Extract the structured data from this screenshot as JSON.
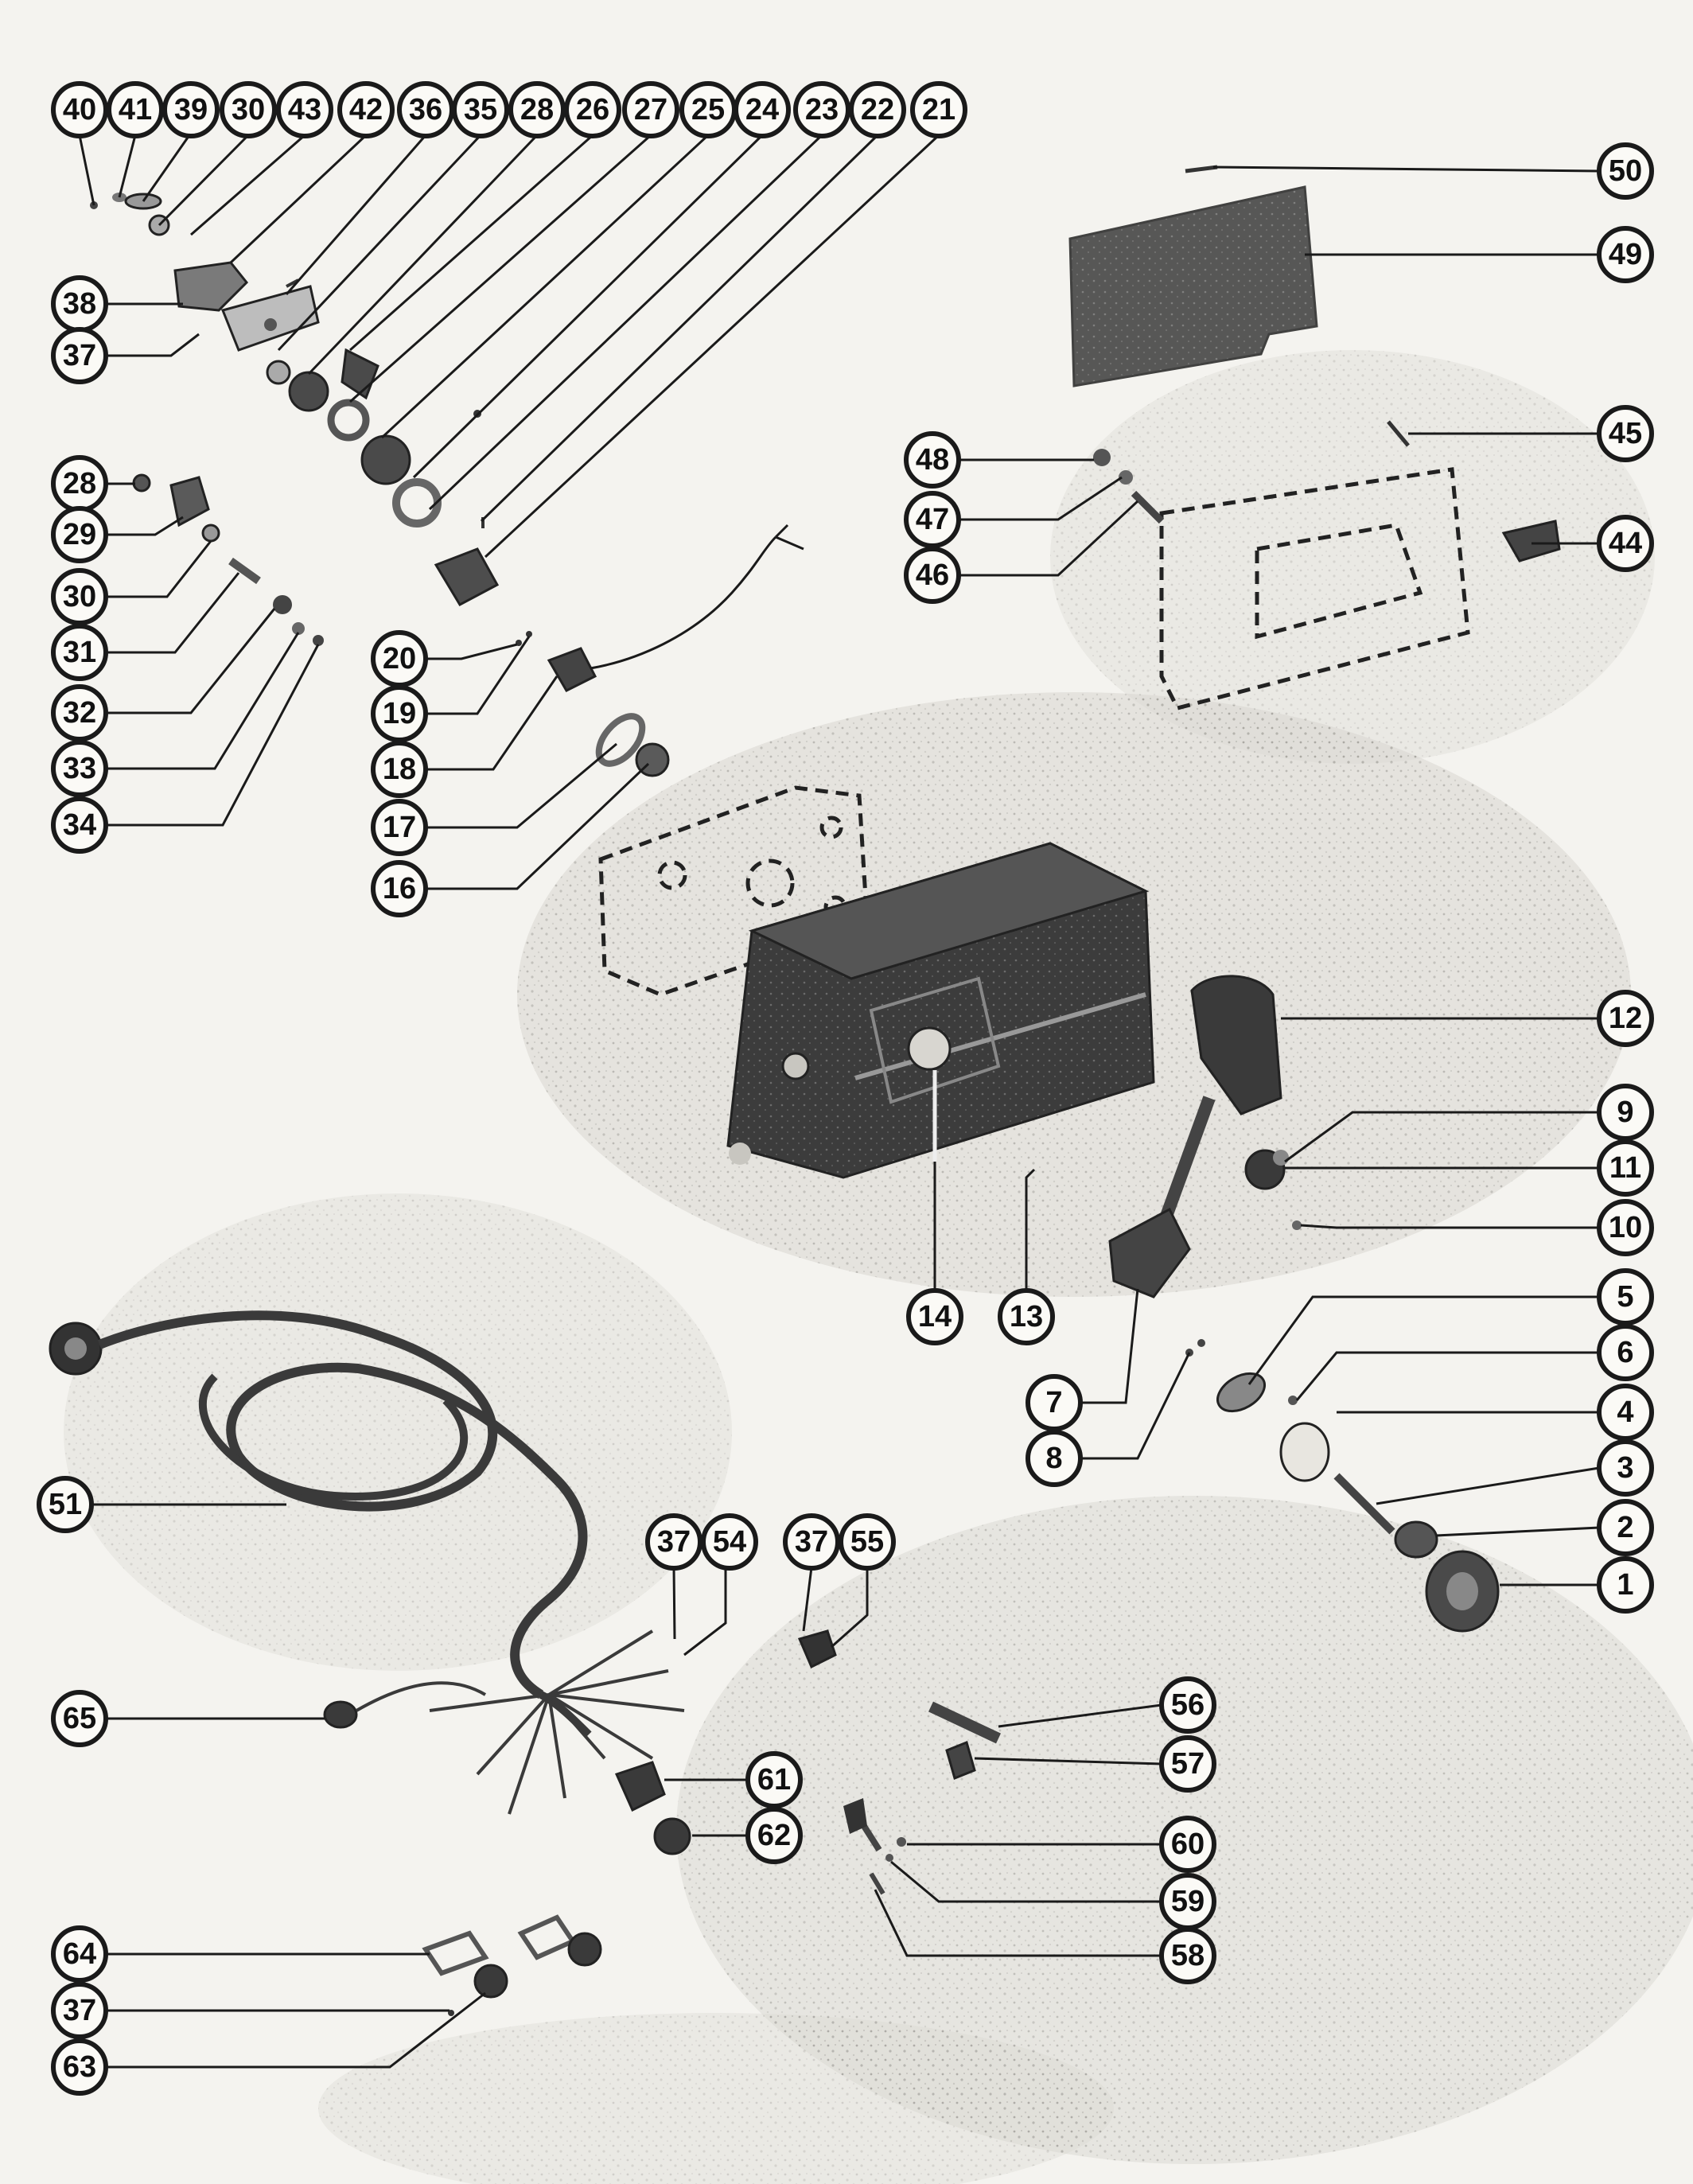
{
  "callouts": {
    "c40": "40",
    "c41": "41",
    "c39": "39",
    "c30a": "30",
    "c43": "43",
    "c42": "42",
    "c36": "36",
    "c35": "35",
    "c28a": "28",
    "c26": "26",
    "c27": "27",
    "c25": "25",
    "c24": "24",
    "c23": "23",
    "c22": "22",
    "c21": "21",
    "c38": "38",
    "c37a": "37",
    "c28b": "28",
    "c29": "29",
    "c30b": "30",
    "c31": "31",
    "c32": "32",
    "c33": "33",
    "c34": "34",
    "c20": "20",
    "c19": "19",
    "c18": "18",
    "c17": "17",
    "c16": "16",
    "c50": "50",
    "c49": "49",
    "c45": "45",
    "c48": "48",
    "c47": "47",
    "c46": "46",
    "c44": "44",
    "c12": "12",
    "c9": "9",
    "c11": "11",
    "c10": "10",
    "c14": "14",
    "c13": "13",
    "c5": "5",
    "c6": "6",
    "c7": "7",
    "c8": "8",
    "c4": "4",
    "c3": "3",
    "c2": "2",
    "c1": "1",
    "c51": "51",
    "c37b": "37",
    "c54": "54",
    "c37c": "37",
    "c55": "55",
    "c65": "65",
    "c56": "56",
    "c57": "57",
    "c61": "61",
    "c62": "62",
    "c60": "60",
    "c59": "59",
    "c58": "58",
    "c64": "64",
    "c37d": "37",
    "c63": "63"
  },
  "colors": {
    "ink": "#1a1a1a",
    "paper": "#f4f3ef",
    "housing": "#3a3a3a",
    "part_dark": "#4a4a4a",
    "part_mid": "#8a8a8a"
  },
  "icons": {
    "control_housing": "remote-control-housing-icon",
    "throttle_handle": "throttle-lever-icon",
    "wiring_harness": "wiring-harness-icon",
    "cover_plate": "cover-plate-icon"
  }
}
